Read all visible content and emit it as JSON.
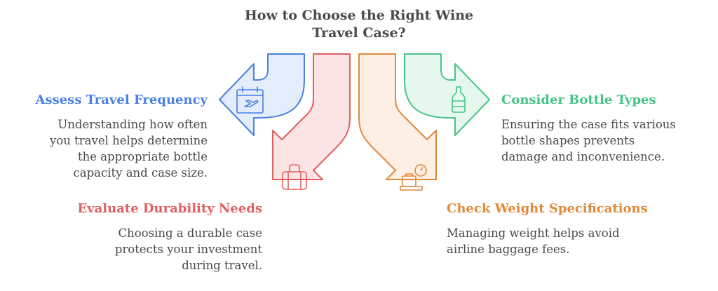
{
  "title": {
    "lines": [
      "How to Choose the Right Wine",
      "Travel Case?"
    ]
  },
  "colors": {
    "blue": "#4a80e0",
    "blue_fill": "#e3edfc",
    "red": "#e06060",
    "red_fill": "#fde4e4",
    "orange": "#e08a3c",
    "orange_fill": "#fdefe3",
    "green": "#45c486",
    "green_fill": "#e6f8ee",
    "text": "#4a4a4a"
  },
  "steps": [
    {
      "id": "travel-frequency",
      "heading": "Assess Travel Frequency",
      "icon": "calendar-plane-icon",
      "color": "blue",
      "description_lines": [
        "Understanding how often",
        "you travel helps determine",
        "the appropriate bottle",
        "capacity and case size."
      ]
    },
    {
      "id": "durability",
      "heading": "Evaluate Durability Needs",
      "icon": "suitcase-icon",
      "color": "red",
      "description_lines": [
        "Choosing a durable case",
        "protects your investment",
        "during travel."
      ]
    },
    {
      "id": "weight",
      "heading": "Check Weight Specifications",
      "icon": "luggage-scale-icon",
      "color": "orange",
      "description_lines": [
        "Managing weight helps avoid",
        "airline baggage fees."
      ]
    },
    {
      "id": "bottle-types",
      "heading": "Consider Bottle Types",
      "icon": "wine-bottle-icon",
      "color": "green",
      "description_lines": [
        "Ensuring the case fits various",
        "bottle shapes prevents",
        "damage and inconvenience."
      ]
    }
  ]
}
